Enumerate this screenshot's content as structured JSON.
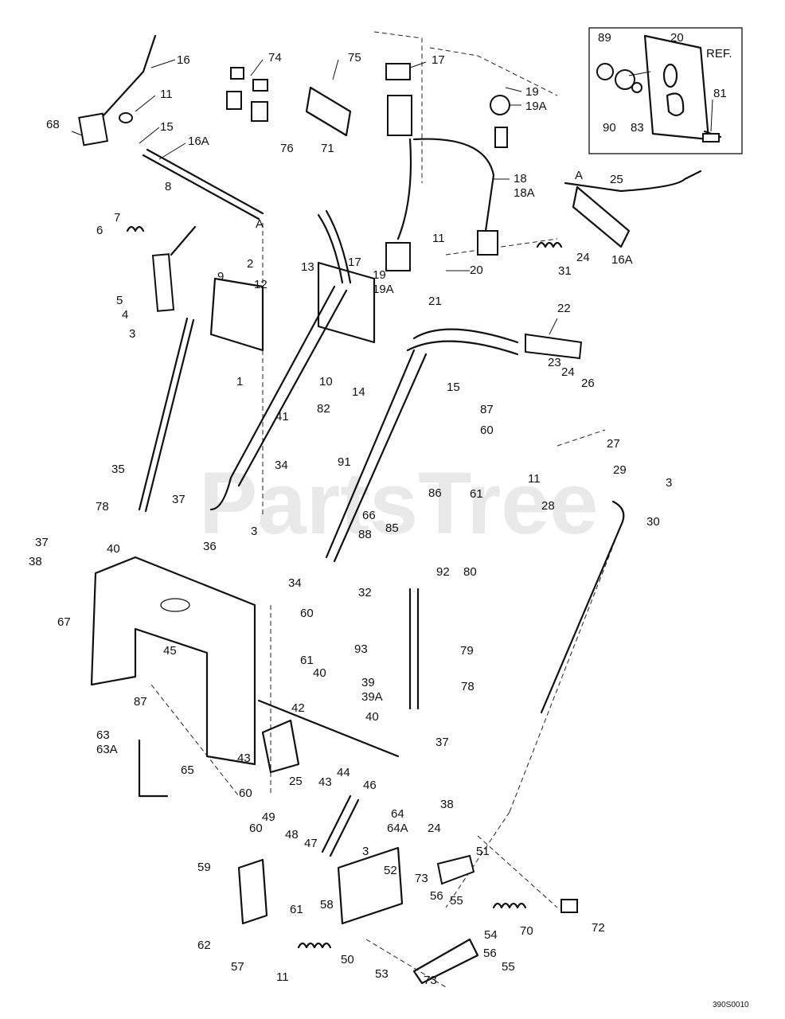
{
  "watermark": "PartsTree",
  "diagram_code": "390S0010",
  "inset": {
    "ref_label": "20",
    "ref_suffix": "REF."
  },
  "labels": [
    "16",
    "74",
    "75",
    "17",
    "11",
    "19",
    "19A",
    "68",
    "15",
    "76",
    "71",
    "16A",
    "A",
    "18",
    "18A",
    "8",
    "7",
    "6",
    "11",
    "20",
    "25",
    "A",
    "17",
    "19",
    "19A",
    "2",
    "13",
    "12",
    "9",
    "5",
    "4",
    "3",
    "21",
    "22",
    "24",
    "31",
    "16A",
    "23",
    "24",
    "26",
    "1",
    "10",
    "14",
    "15",
    "87",
    "41",
    "82",
    "60",
    "34",
    "27",
    "91",
    "35",
    "37",
    "11",
    "29",
    "3",
    "78",
    "86",
    "61",
    "28",
    "66",
    "85",
    "30",
    "88",
    "37",
    "36",
    "3",
    "40",
    "38",
    "92",
    "80",
    "34",
    "32",
    "67",
    "60",
    "79",
    "45",
    "61",
    "40",
    "93",
    "87",
    "39",
    "39A",
    "78",
    "42",
    "40",
    "63",
    "63A",
    "43",
    "37",
    "65",
    "60",
    "25",
    "43",
    "44",
    "38",
    "46",
    "49",
    "48",
    "47",
    "64",
    "64A",
    "24",
    "51",
    "60",
    "59",
    "3",
    "52",
    "73",
    "56",
    "55",
    "61",
    "58",
    "70",
    "62",
    "54",
    "72",
    "57",
    "50",
    "56",
    "53",
    "73",
    "55",
    "11",
    "89",
    "90",
    "83",
    "81"
  ]
}
